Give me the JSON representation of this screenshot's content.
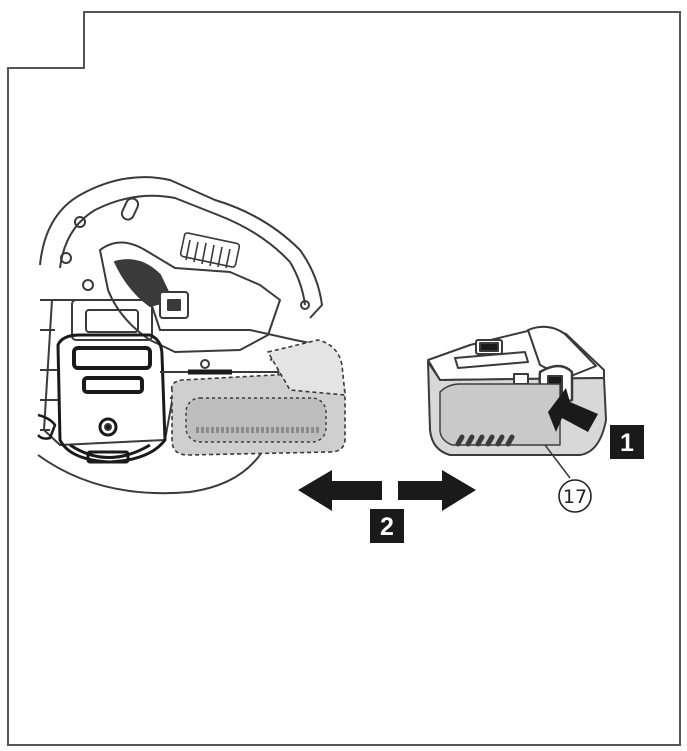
{
  "steps": [
    {
      "label": "1"
    },
    {
      "label": "2"
    }
  ],
  "callout": {
    "label": "17"
  },
  "colors": {
    "line": "#3a3a3a",
    "black": "#1a1a1a",
    "battery_fill": "#d8d8d8",
    "dashed_fill": "#cfcfcf",
    "frame": "#555555",
    "background": "#ffffff"
  },
  "icons": [
    "arrow-left-icon",
    "arrow-right-icon",
    "push-arrow-icon"
  ]
}
